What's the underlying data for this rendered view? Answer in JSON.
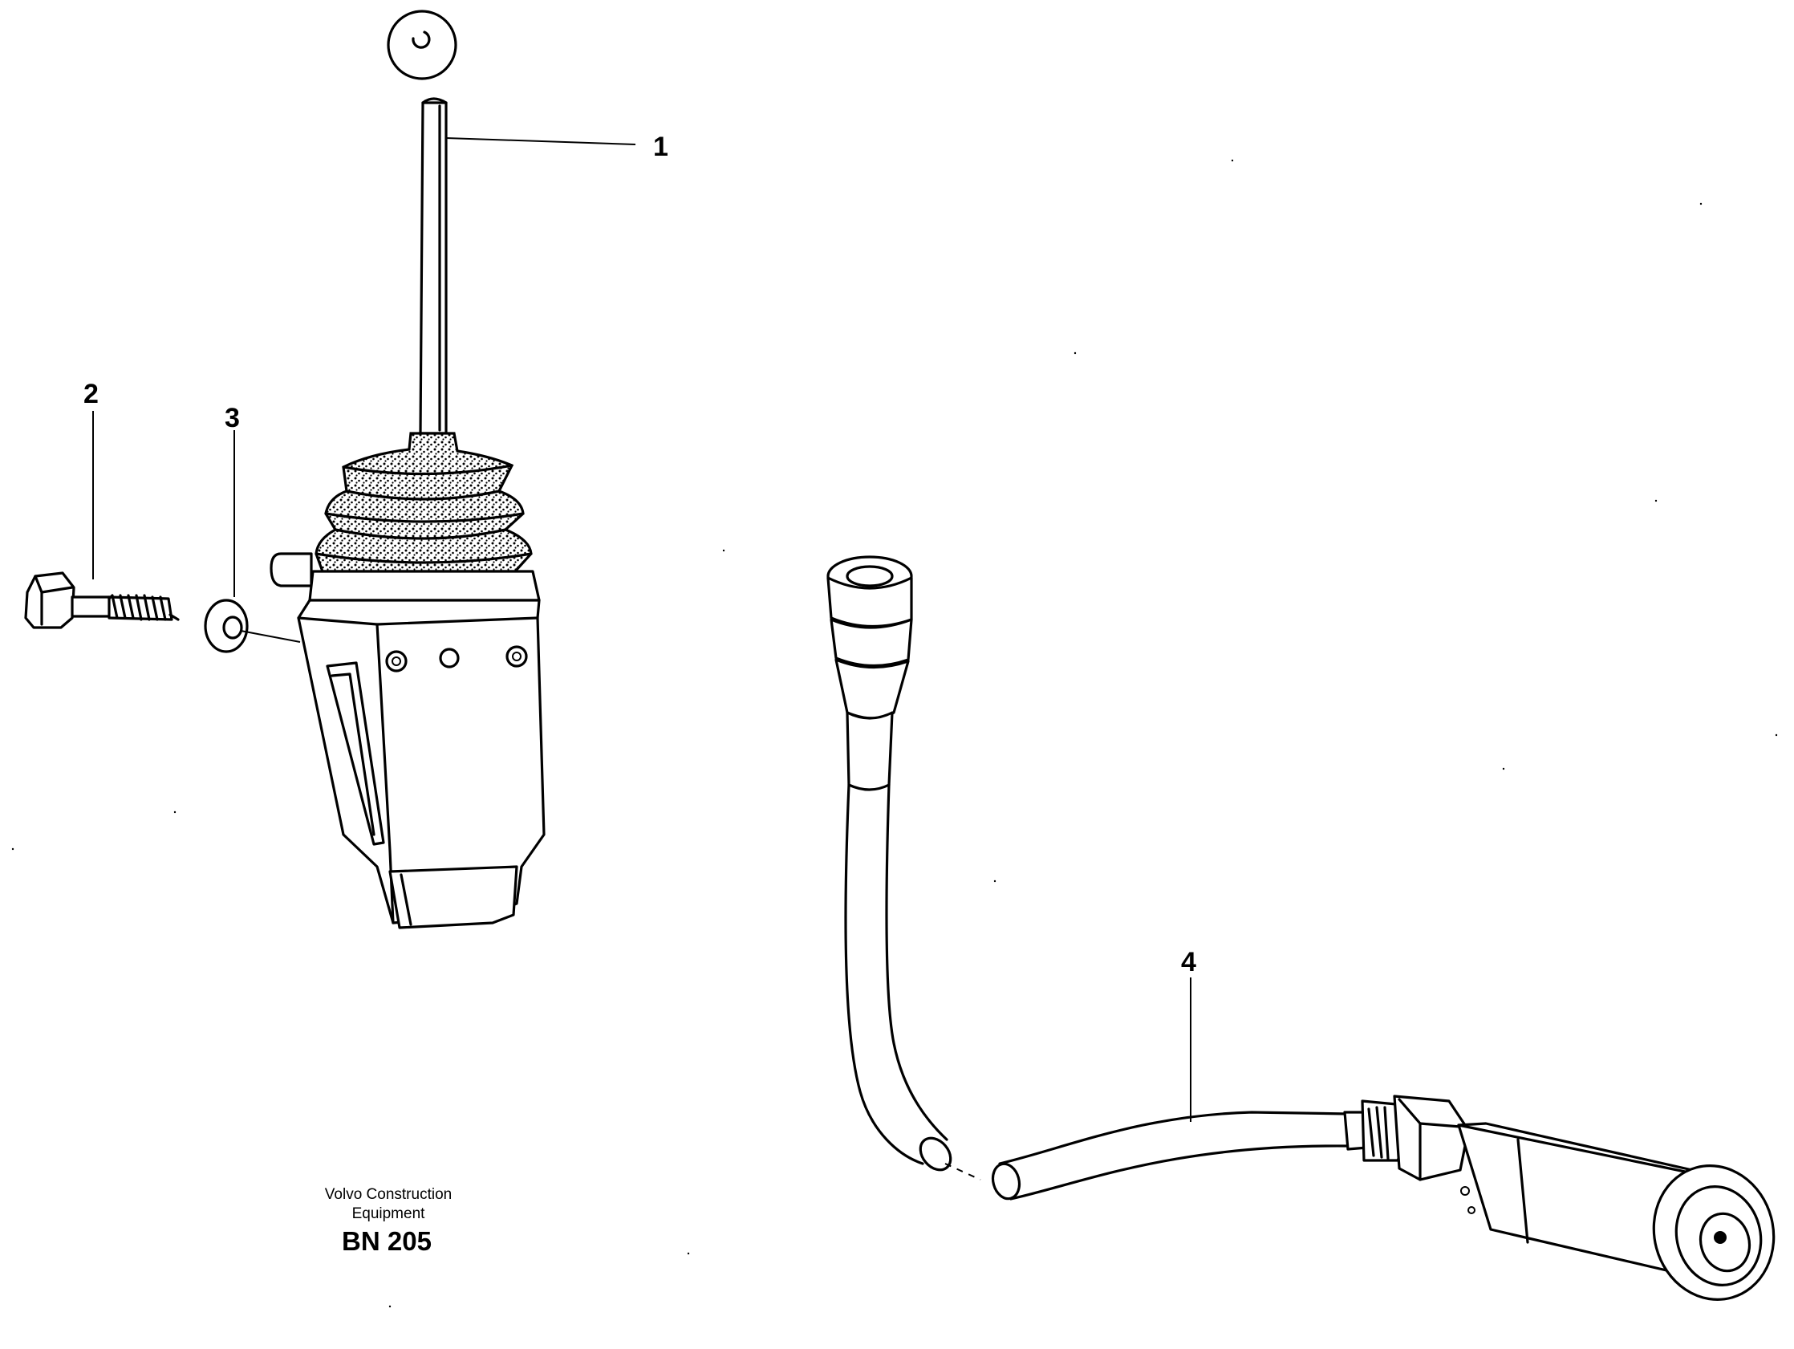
{
  "callouts": [
    {
      "id": "1",
      "text": "1"
    },
    {
      "id": "2",
      "text": "2"
    },
    {
      "id": "3",
      "text": "3"
    },
    {
      "id": "4",
      "text": "4"
    }
  ],
  "caption": {
    "line1": "Volvo Construction",
    "line2": "Equipment",
    "code": "BN 205"
  }
}
